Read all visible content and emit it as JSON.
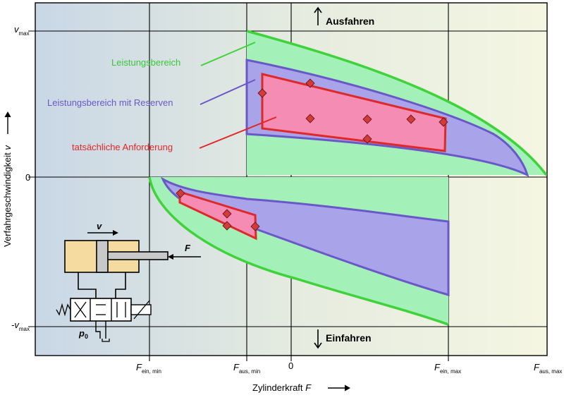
{
  "diagram": {
    "labels": {
      "ausfahren": "Ausfahren",
      "einfahren": "Einfahren",
      "leistungsbereich": "Leistungsbereich",
      "leistungsbereich_reserven": "Leistungsbereich mit Reserven",
      "anforderung": "tatsächliche Anforderung"
    },
    "axes": {
      "y_title": "Verfahrgeschwindigkeit",
      "y_symbol": "v",
      "x_title": "Zylinderkraft",
      "x_symbol": "F",
      "vmax_v": "v",
      "vmax_sub": "max",
      "vmin_v": "-v",
      "vmin_sub": "max",
      "zero_y": "0",
      "zero_x": "0",
      "fein_min_main": "F",
      "fein_min_sub": "ein, min",
      "faus_min_main": "F",
      "faus_min_sub": "aus, min",
      "fein_max_main": "F",
      "fein_max_sub": "ein, max",
      "faus_max_main": "F",
      "faus_max_sub": "aus, max"
    },
    "schematic": {
      "velocity": "v",
      "force": "F",
      "pressure_main": "p",
      "pressure_sub": "0"
    },
    "colors": {
      "green": "#3fd23a",
      "green_fill": "#a3f0b8",
      "blue": "#6a58c8",
      "blue_fill": "#a9a3ea",
      "red": "#e02828",
      "red_fill": "#f58cb4",
      "marker": "#d33a3a"
    }
  }
}
